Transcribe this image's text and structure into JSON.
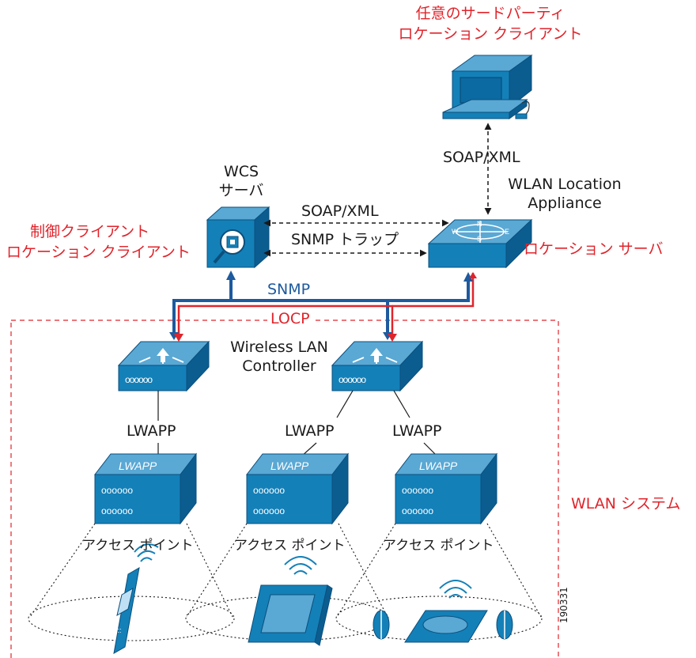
{
  "colors": {
    "red": "#e0242b",
    "blue": "#1d5a9e",
    "device": "#1480b8",
    "dark_device": "#0b4f7c"
  },
  "labels": {
    "third_party_client_1": "任意のサードパーティ",
    "third_party_client_2": "ロケーション クライアント",
    "soap_xml_vertical": "SOAP/XML",
    "wlan_location_appliance_1": "WLAN Location",
    "wlan_location_appliance_2": "Appliance",
    "wcs_1": "WCS",
    "wcs_2": "サーバ",
    "control_client_1": "制御クライアント",
    "control_client_2": "ロケーション クライアント",
    "soap_xml_horizontal": "SOAP/XML",
    "snmp_trap": "SNMP トラップ",
    "location_server": "ロケーション サーバ",
    "snmp": "SNMP",
    "locp": "LOCP",
    "wireless_lan_controller_1": "Wireless LAN",
    "wireless_lan_controller_2": "Controller",
    "lwapp_1": "LWAPP",
    "lwapp_2": "LWAPP",
    "lwapp_3": "LWAPP",
    "ap_face_label": "LWAPP",
    "access_point_1": "アクセス ポイント",
    "access_point_2": "アクセス ポイント",
    "access_point_3": "アクセス ポイント",
    "wlan_system": "WLAN システム",
    "figure_id": "190331"
  },
  "icons": [
    "computer-icon",
    "wcs-server-icon",
    "location-appliance-icon",
    "controller-icon",
    "access-point-icon",
    "phone-icon",
    "tablet-icon",
    "asset-tag-icon"
  ]
}
